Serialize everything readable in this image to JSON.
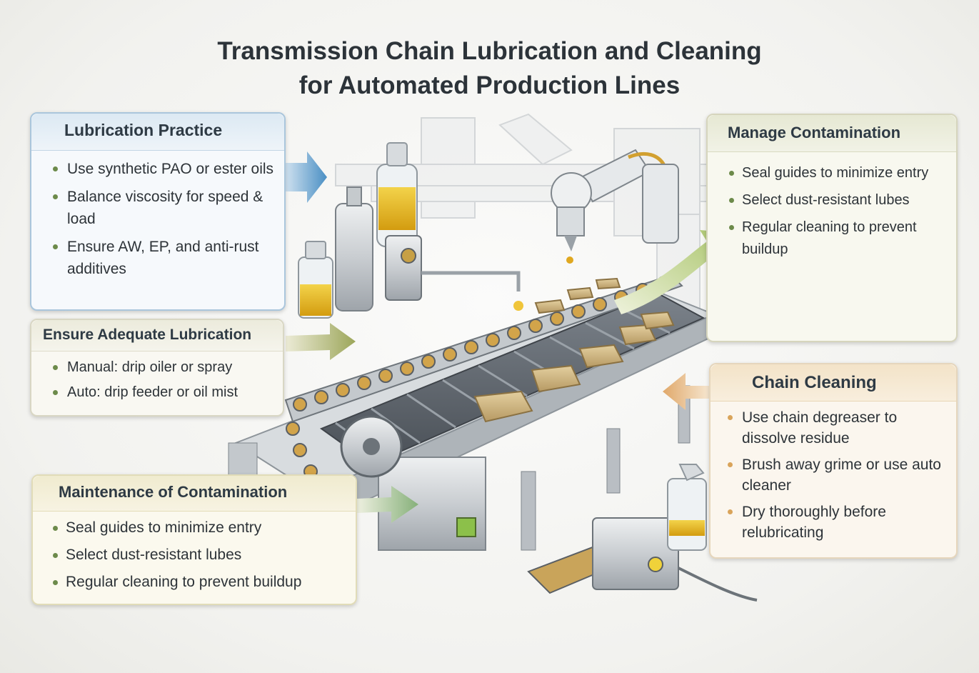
{
  "title": {
    "line1": "Transmission Chain Lubrication and Cleaning",
    "line2": "for Automated Production Lines"
  },
  "panels": {
    "lubrication_practice": {
      "heading": "Lubrication Practice",
      "items": [
        "Use synthetic PAO or ester oils",
        "Balance viscosity for speed & load",
        "Ensure AW, EP, and anti-rust additives"
      ]
    },
    "ensure_adequate": {
      "heading": "Ensure Adequate Lubrication",
      "items": [
        "Manual: drip oiler or spray",
        "Auto: drip feeder or oil mist"
      ]
    },
    "maintenance_contamination": {
      "heading": "Maintenance of Contamination",
      "items": [
        "Seal guides to minimize entry",
        "Select dust-resistant lubes",
        "Regular cleaning to prevent buildup"
      ]
    },
    "manage_contamination": {
      "heading": "Manage Contamination",
      "items": [
        "Seal guides to minimize entry",
        "Select dust-resistant lubes",
        "Regular cleaning to prevent buildup"
      ]
    },
    "chain_cleaning": {
      "heading": "Chain Cleaning",
      "items": [
        "Use chain degreaser to dissolve residue",
        "Brush away grime or use auto cleaner",
        "Dry thoroughly before relubricating"
      ]
    }
  },
  "colors": {
    "lubrication_accent": "#4a8fc4",
    "adequate_accent": "#9ca65a",
    "maintenance_accent": "#86b07a",
    "manage_accent": "#a9c46a",
    "cleaning_accent": "#e0a86a",
    "oil": "#e8bb22"
  }
}
